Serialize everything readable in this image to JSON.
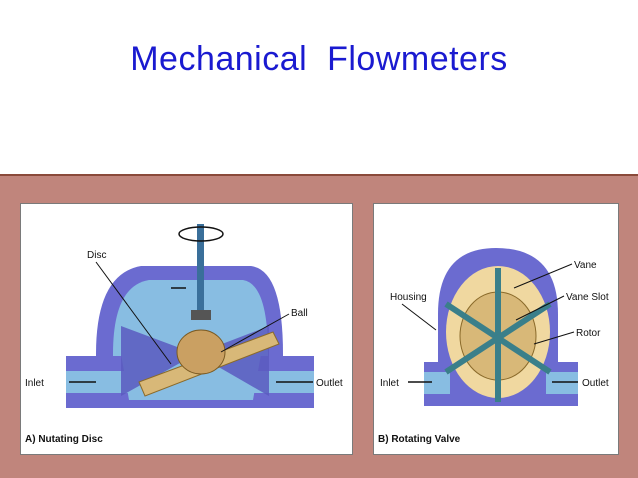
{
  "title": "Mechanical  Flowmeters",
  "panel_a": {
    "caption": "A) Nutating Disc",
    "labels": {
      "disc": "Disc",
      "ball": "Ball",
      "inlet": "Inlet",
      "outlet": "Outlet"
    }
  },
  "panel_b": {
    "caption": "B) Rotating Valve",
    "labels": {
      "vane": "Vane",
      "housing": "Housing",
      "vane_slot": "Vane Slot",
      "rotor": "Rotor",
      "inlet": "Inlet",
      "outlet": "Outlet"
    }
  },
  "colors": {
    "title": "#1a1ad0",
    "band": "#c0857c",
    "housing": "#6b6bd0",
    "fluid": "#88bde2",
    "disc": "#d8b878",
    "stem": "#3a6f9a"
  }
}
